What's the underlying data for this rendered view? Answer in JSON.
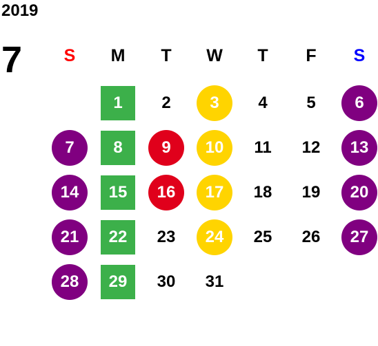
{
  "calendar": {
    "year": "2019",
    "month": "7",
    "weekdays": [
      {
        "label": "S",
        "color": "#ff0000"
      },
      {
        "label": "M",
        "color": "#000000"
      },
      {
        "label": "T",
        "color": "#000000"
      },
      {
        "label": "W",
        "color": "#000000"
      },
      {
        "label": "T",
        "color": "#000000"
      },
      {
        "label": "F",
        "color": "#000000"
      },
      {
        "label": "S",
        "color": "#0000ff"
      }
    ],
    "first_weekday_index": 1,
    "colors": {
      "green": "#3cb04a",
      "purple": "#800080",
      "red": "#e0001b",
      "yellow": "#ffd400"
    },
    "days": [
      {
        "day": "1",
        "style": "square",
        "color": "green"
      },
      {
        "day": "2"
      },
      {
        "day": "3",
        "style": "circle",
        "color": "yellow"
      },
      {
        "day": "4"
      },
      {
        "day": "5"
      },
      {
        "day": "6",
        "style": "circle",
        "color": "purple"
      },
      {
        "day": "7",
        "style": "circle",
        "color": "purple"
      },
      {
        "day": "8",
        "style": "square",
        "color": "green"
      },
      {
        "day": "9",
        "style": "circle",
        "color": "red"
      },
      {
        "day": "10",
        "style": "circle",
        "color": "yellow"
      },
      {
        "day": "11"
      },
      {
        "day": "12"
      },
      {
        "day": "13",
        "style": "circle",
        "color": "purple"
      },
      {
        "day": "14",
        "style": "circle",
        "color": "purple"
      },
      {
        "day": "15",
        "style": "square",
        "color": "green"
      },
      {
        "day": "16",
        "style": "circle",
        "color": "red"
      },
      {
        "day": "17",
        "style": "circle",
        "color": "yellow"
      },
      {
        "day": "18"
      },
      {
        "day": "19"
      },
      {
        "day": "20",
        "style": "circle",
        "color": "purple"
      },
      {
        "day": "21",
        "style": "circle",
        "color": "purple"
      },
      {
        "day": "22",
        "style": "square",
        "color": "green"
      },
      {
        "day": "23"
      },
      {
        "day": "24",
        "style": "circle",
        "color": "yellow"
      },
      {
        "day": "25"
      },
      {
        "day": "26"
      },
      {
        "day": "27",
        "style": "circle",
        "color": "purple"
      },
      {
        "day": "28",
        "style": "circle",
        "color": "purple"
      },
      {
        "day": "29",
        "style": "square",
        "color": "green"
      },
      {
        "day": "30"
      },
      {
        "day": "31"
      }
    ]
  }
}
